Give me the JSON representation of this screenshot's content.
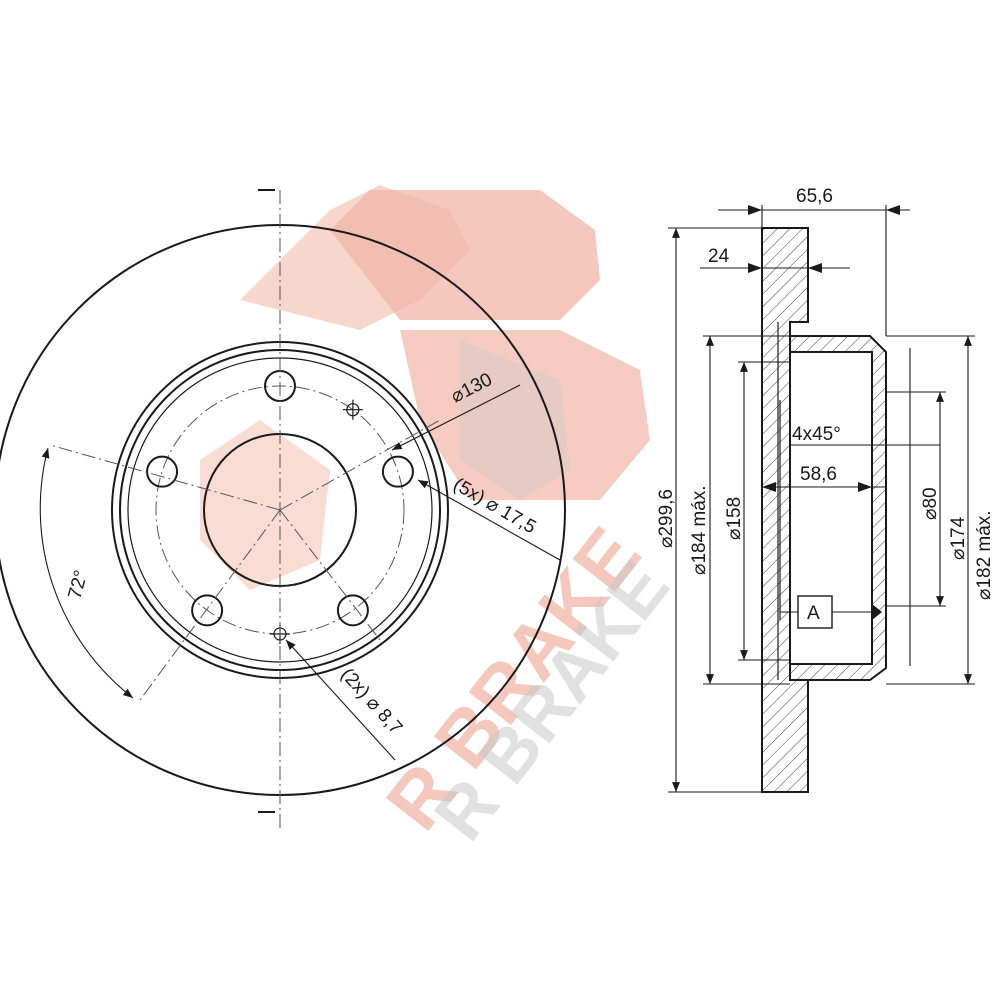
{
  "watermark": {
    "logo_text": "R BRAKE",
    "brand_color": "#f2b6a8",
    "shadow_color": "#c9c9c9"
  },
  "front_view": {
    "pcd_label": "⌀130",
    "bolt_holes_label": "(5x) ⌀ 17,5",
    "pin_holes_label": "(2x) ⌀ 8,7",
    "angle_label": "72°",
    "bolt_hole_count": 5,
    "pin_hole_count": 2
  },
  "section_view": {
    "total_height_label": "65,6",
    "thickness_label": "24",
    "chamfer_label": "4x45°",
    "hat_depth_label": "58,6",
    "outer_diameter_label": "⌀299,6",
    "max_diameter_label": "⌀184 máx.",
    "hub_diameter_label": "⌀158",
    "center_bore_label": "⌀80",
    "inner_diameter_label": "⌀174",
    "hat_diameter_label": "⌀182 máx.",
    "datum_label": "A"
  },
  "colors": {
    "line": "#1a1a1a",
    "background": "#ffffff"
  }
}
